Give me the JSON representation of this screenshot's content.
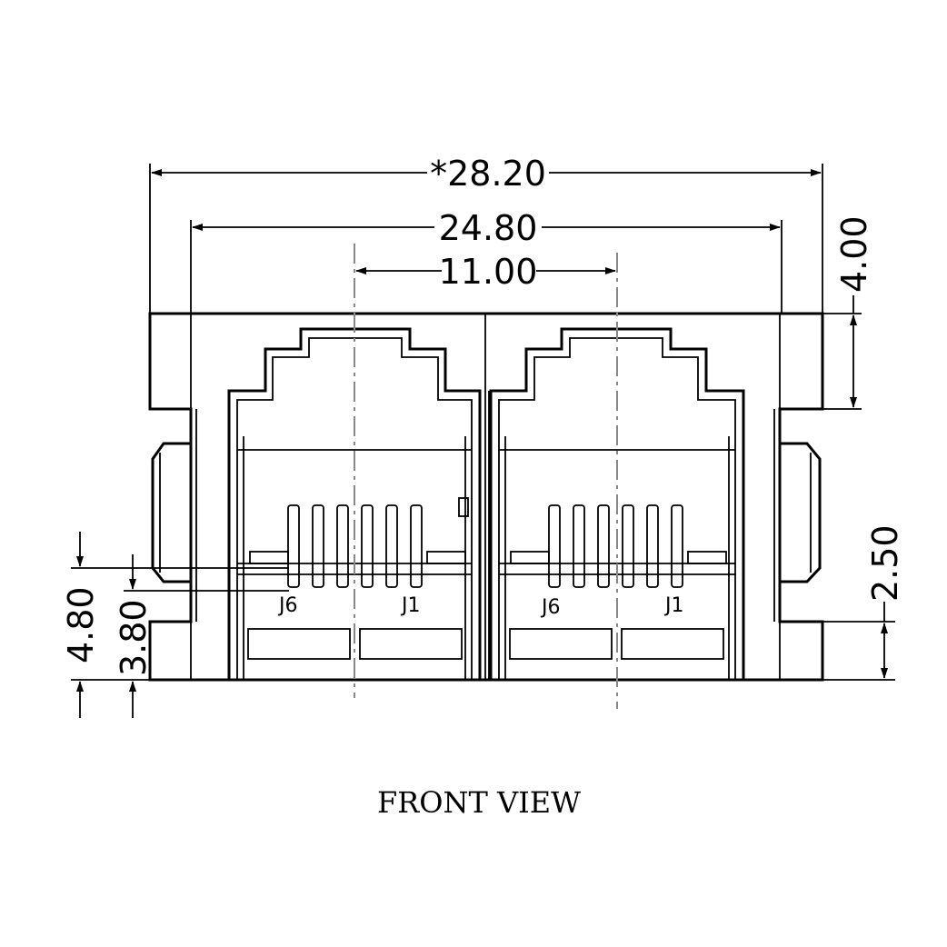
{
  "dimensions": {
    "overall_width": "*28.20",
    "body_width": "24.80",
    "port_pitch": "11.00",
    "top_step": "4.00",
    "right_step": "2.50",
    "left_outer": "4.80",
    "left_inner": "3.80"
  },
  "ports": [
    {
      "left_pin_label": "J6",
      "right_pin_label": "J1"
    },
    {
      "left_pin_label": "J6",
      "right_pin_label": "J1"
    }
  ],
  "caption": "FRONT VIEW"
}
